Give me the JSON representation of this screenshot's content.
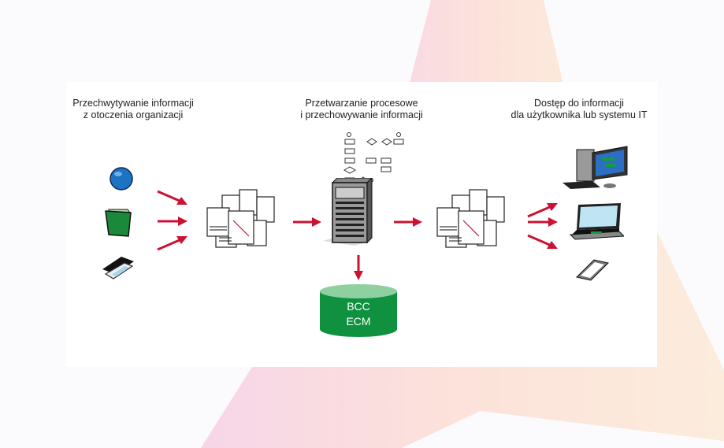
{
  "diagram": {
    "stages": [
      {
        "id": "capture",
        "title_lines": [
          "Przechwytywanie informacji",
          "z otoczenia organizacji"
        ],
        "inputs": [
          "disc-icon",
          "folder-icon",
          "scanner-icon"
        ]
      },
      {
        "id": "processing",
        "title_lines": [
          "Przetwarzanie procesowe",
          "i przechowywanie informacji"
        ],
        "components": [
          "flowchart-icon",
          "server-icon"
        ]
      },
      {
        "id": "access",
        "title_lines": [
          "Dostęp do informacji",
          "dla użytkownika lub systemu IT"
        ],
        "outputs": [
          "desktop-computer-icon",
          "laptop-icon",
          "tablet-icon"
        ]
      }
    ],
    "repository": {
      "lines": [
        "BCC",
        "ECM"
      ],
      "color": "#0f9140"
    },
    "arrow_color": "#cc1133",
    "background_gradient": [
      "#f7d6e6",
      "#fcebdc"
    ]
  }
}
